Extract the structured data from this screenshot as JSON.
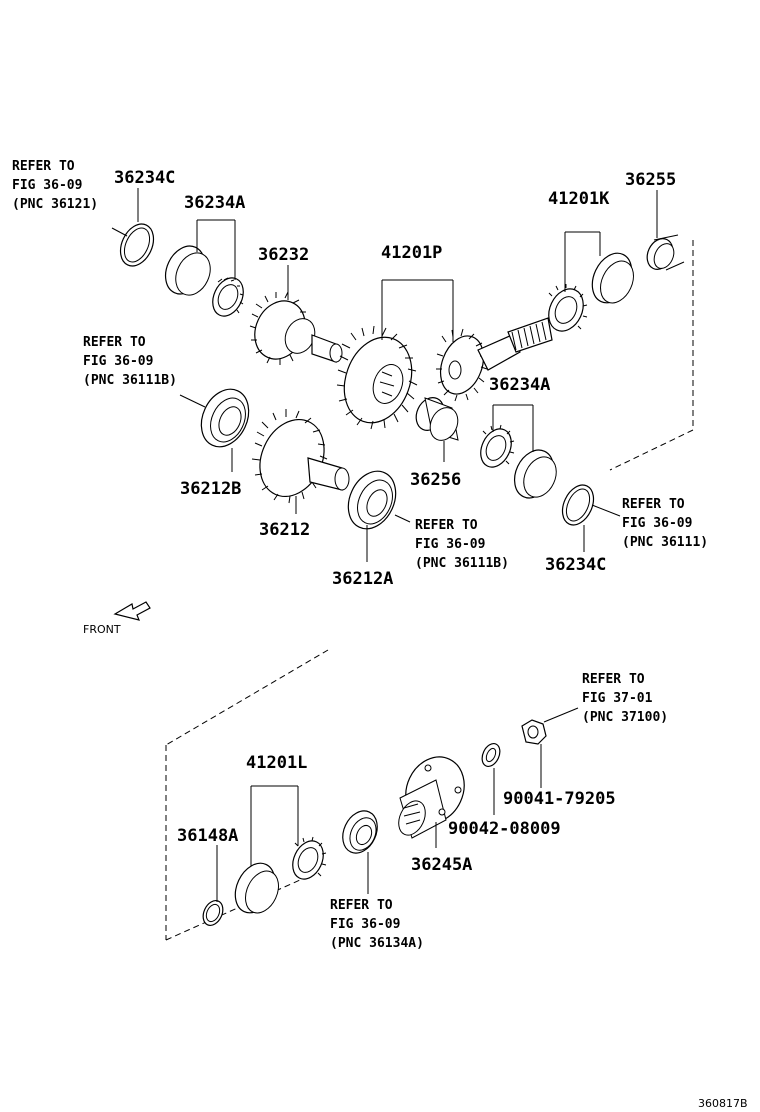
{
  "labels": {
    "p36234C_top": "36234C",
    "p36234A_top": "36234A",
    "p36232": "36232",
    "p41201P": "41201P",
    "p41201K": "41201K",
    "p36255": "36255",
    "p36234A_mid": "36234A",
    "p36256": "36256",
    "p36212B": "36212B",
    "p36212": "36212",
    "p36212A": "36212A",
    "p36234C_mid": "36234C",
    "p41201L": "41201L",
    "p36148A": "36148A",
    "p36245A": "36245A",
    "p90042": "90042-08009",
    "p90041": "90041-79205"
  },
  "refs": {
    "r1": [
      "REFER TO",
      "FIG 36-09",
      "(PNC 36121)"
    ],
    "r2": [
      "REFER TO",
      "FIG 36-09",
      "(PNC 36111B)"
    ],
    "r3": [
      "REFER TO",
      "FIG 36-09",
      "(PNC 36111B)"
    ],
    "r4": [
      "REFER TO",
      "FIG 36-09",
      "(PNC 36111)"
    ],
    "r5": [
      "REFER TO",
      "FIG 37-01",
      "(PNC 37100)"
    ],
    "r6": [
      "REFER TO",
      "FIG 36-09",
      "(PNC 36134A)"
    ]
  },
  "front_label": "FRONT",
  "figure_id": "360817B"
}
